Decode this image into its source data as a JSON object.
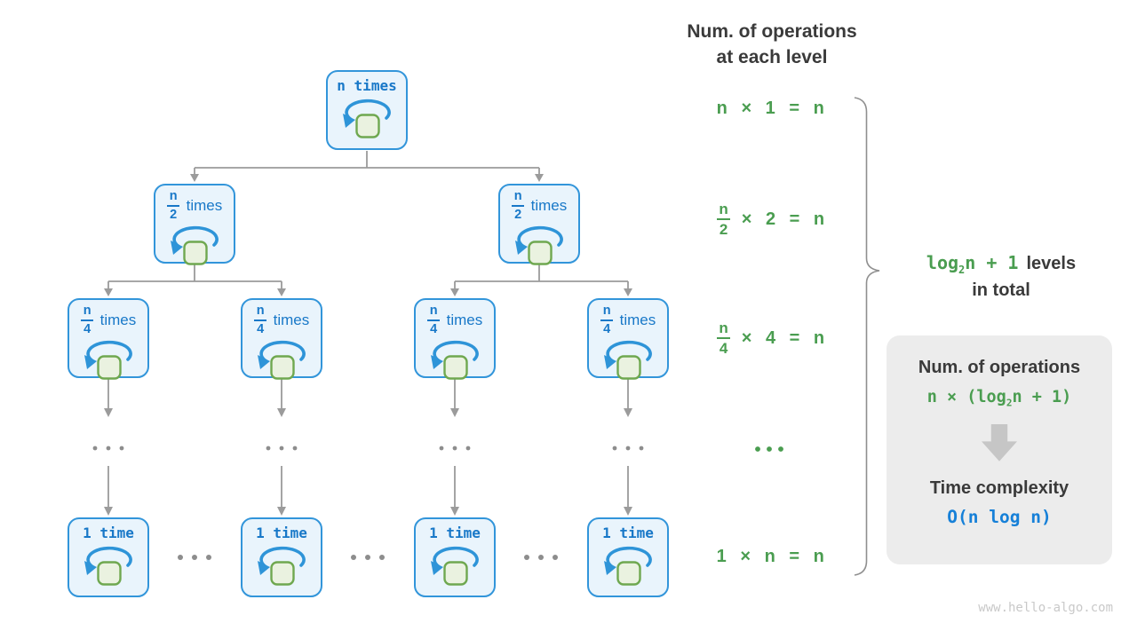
{
  "tree": {
    "root": {
      "label": "n times"
    },
    "half": {
      "num": "n",
      "den": "2",
      "suffix": "times"
    },
    "quarter": {
      "num": "n",
      "den": "4",
      "suffix": "times"
    },
    "leaf": {
      "label": "1 time"
    }
  },
  "annotations": {
    "header_line1": "Num. of operations",
    "header_line2": "at each level",
    "eq_level0": "n × 1 = n",
    "eq_level1": {
      "num": "n",
      "den": "2",
      "rest": "× 2 = n"
    },
    "eq_level2": {
      "num": "n",
      "den": "4",
      "rest": "× 4 = n"
    },
    "eq_leaf": "1 × n = n",
    "levels_note": {
      "log": "log",
      "sub": "2",
      "after_log": "n + 1",
      "levels": "levels",
      "line2": "in total"
    }
  },
  "summary": {
    "title": "Num. of operations",
    "formula_prefix": "n × (log",
    "formula_sub": "2",
    "formula_suffix": "n + 1)",
    "label": "Time complexity",
    "result": "O(n log n)"
  },
  "watermark": "www.hello-algo.com",
  "colors": {
    "node_border": "#3295da",
    "node_fill": "#e9f4fc",
    "node_text": "#1878c8",
    "loop_ellipse": "#2e94d8",
    "loop_square_border": "#6fa850",
    "loop_square_fill": "#eaf2e0",
    "equation_green": "#4a9d50",
    "result_blue": "#1680d8",
    "connector_gray": "#9b9b9b",
    "dark_text": "#3a3a3a",
    "summary_box_bg": "#ececec",
    "watermark_gray": "#c9c9c9"
  }
}
